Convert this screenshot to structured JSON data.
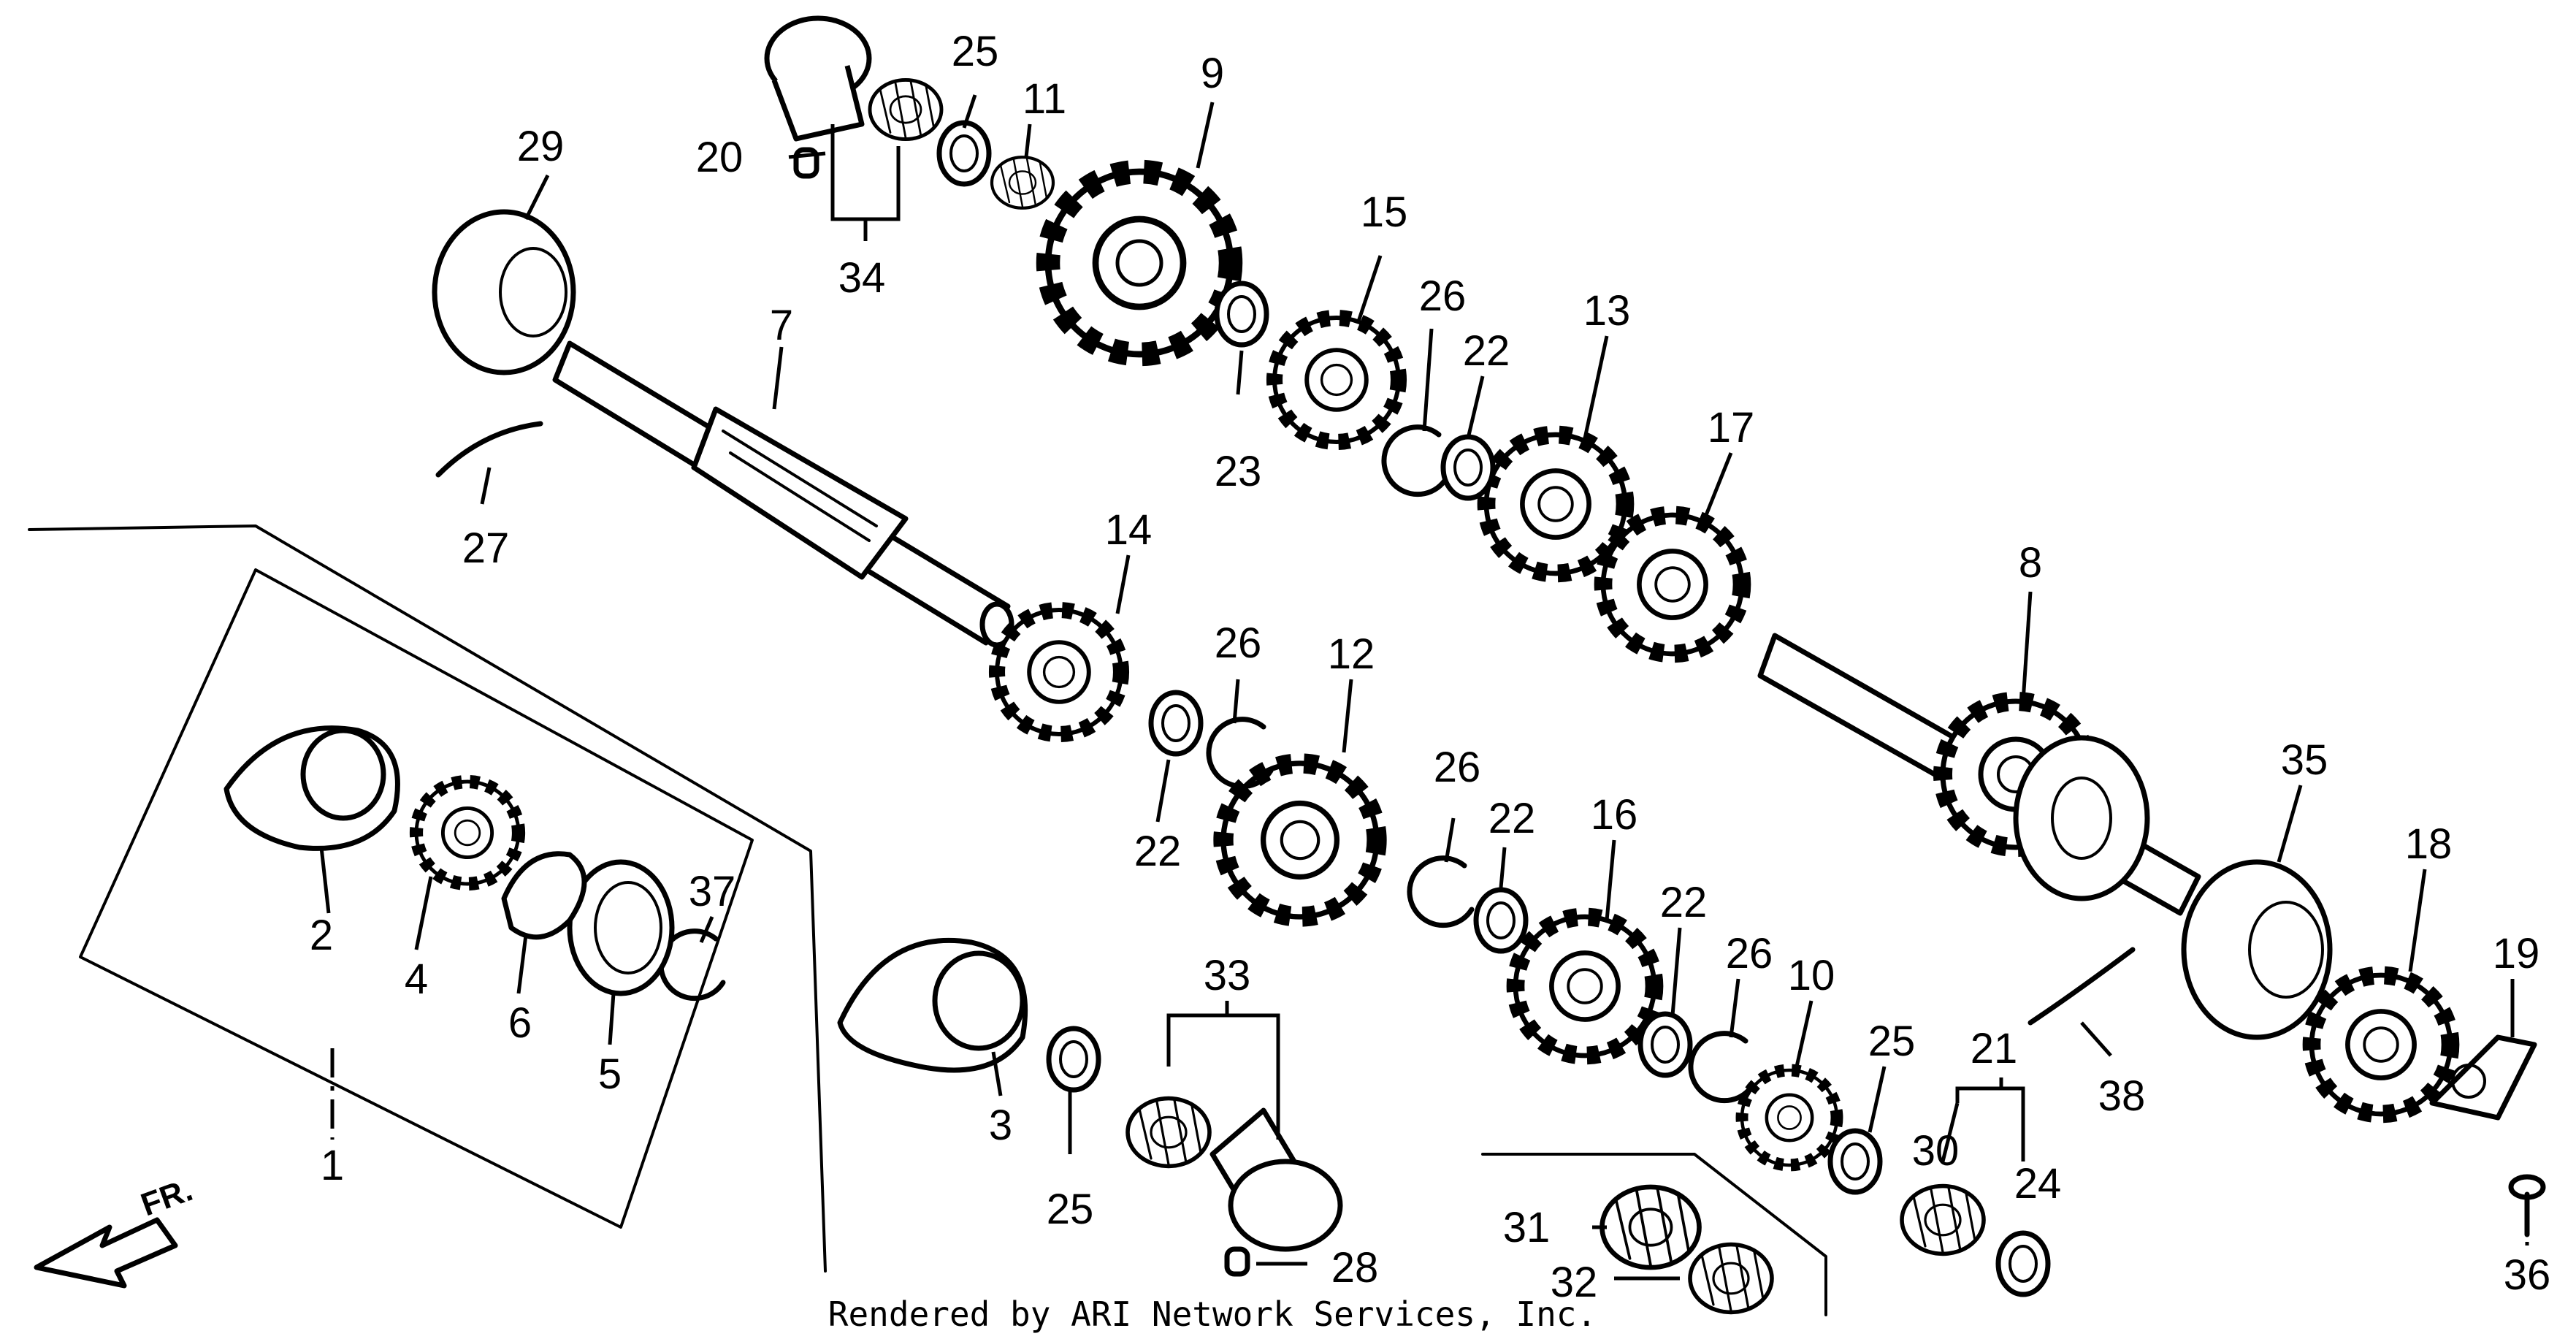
{
  "labels": {
    "p1": "1",
    "p2": "2",
    "p3": "3",
    "p4": "4",
    "p5": "5",
    "p6": "6",
    "p7": "7",
    "p8": "8",
    "p9": "9",
    "p10": "10",
    "p11": "11",
    "p12": "12",
    "p13": "13",
    "p14": "14",
    "p15": "15",
    "p16": "16",
    "p17": "17",
    "p18": "18",
    "p19": "19",
    "p20": "20",
    "p21": "21",
    "p22a": "22",
    "p22b": "22",
    "p22c": "22",
    "p22d": "22",
    "p23": "23",
    "p24": "24",
    "p25a": "25",
    "p25b": "25",
    "p25c": "25",
    "p26a": "26",
    "p26b": "26",
    "p26c": "26",
    "p26d": "26",
    "p27": "27",
    "p28": "28",
    "p29": "29",
    "p30": "30",
    "p31": "31",
    "p32": "32",
    "p33": "33",
    "p34": "34",
    "p35": "35",
    "p36": "36",
    "p37": "37",
    "p38": "38"
  },
  "direction_label": "FR.",
  "credit": "Rendered by ARI Network Services, Inc."
}
